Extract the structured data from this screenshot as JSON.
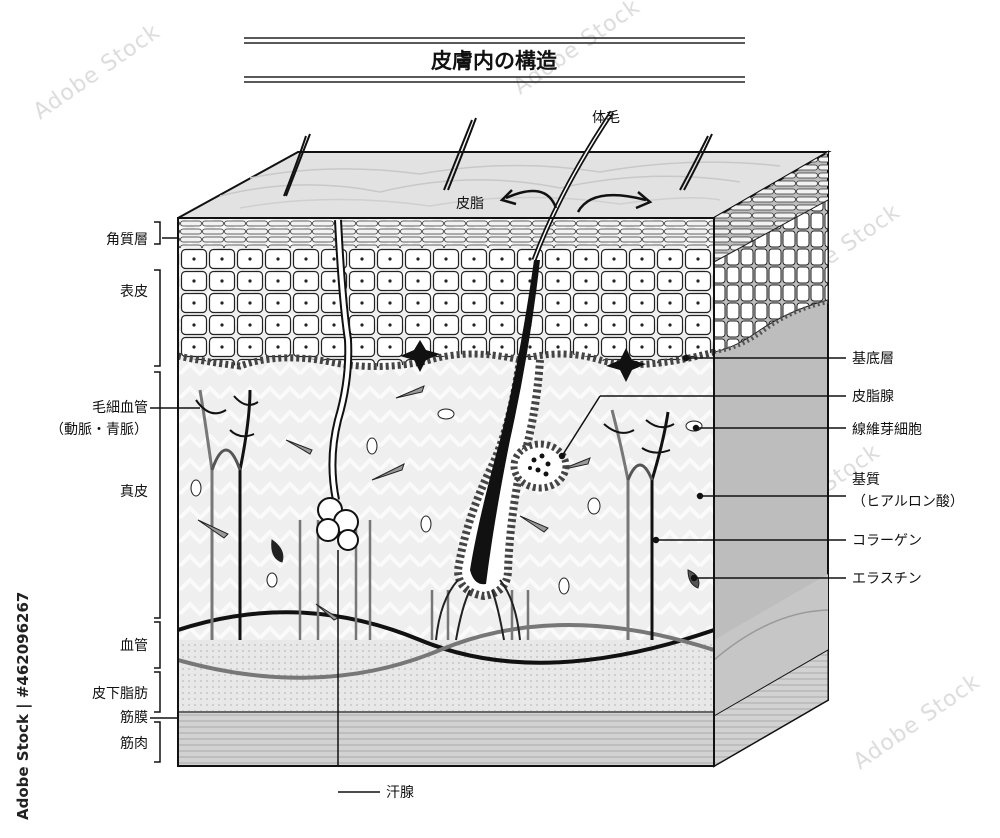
{
  "title": "皮膚内の構造",
  "stock_id": "Adobe Stock | #462096267",
  "watermark": "Adobe Stock",
  "labels": {
    "hair": "体毛",
    "sebum": "皮脂",
    "stratum_corneum": "角質層",
    "epidermis": "表皮",
    "capillaries_1": "毛細血管",
    "capillaries_2": "（動脈・青脈）",
    "dermis": "真皮",
    "blood_vessels": "血管",
    "subcutaneous_fat": "皮下脂肪",
    "fascia": "筋膜",
    "muscle": "筋肉",
    "sweat_gland": "汗腺",
    "basal_layer": "基底層",
    "sebaceous_gland": "皮脂腺",
    "fibroblast": "線維芽細胞",
    "matrix_1": "基質",
    "matrix_2": "（ヒアルロン酸）",
    "collagen": "コラーゲン",
    "elastin": "エラスチン"
  },
  "colors": {
    "line": "#111111",
    "skin_top": "#e4e4e4",
    "side": "#bdbdbd",
    "dermis": "#efefef",
    "fat": "#dcdcdc",
    "muscle": "#c9c9c9"
  }
}
